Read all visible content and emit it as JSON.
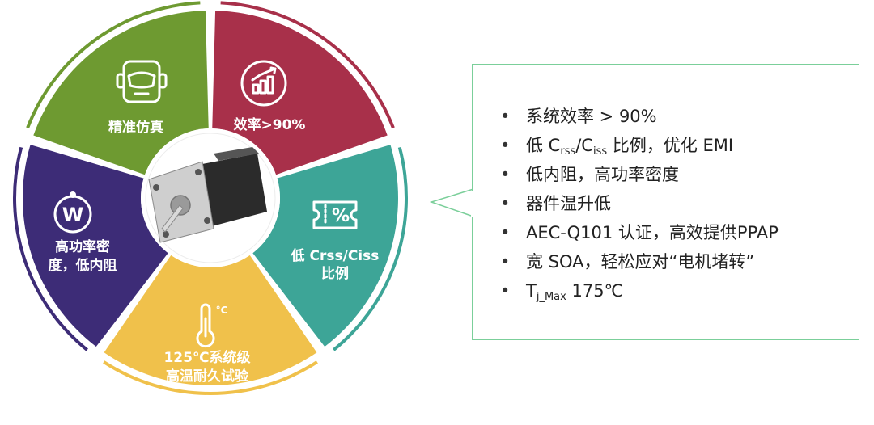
{
  "wheel": {
    "segments": [
      {
        "id": "efficiency",
        "label": [
          "效率>90%"
        ],
        "color": "#a8304a",
        "icon": "bar-chart-growth-icon"
      },
      {
        "id": "crss",
        "label": [
          "低 Crss/Ciss",
          "比例"
        ],
        "color": "#3da597",
        "icon": "percent-ticket-icon",
        "icon_text": "%"
      },
      {
        "id": "thermal",
        "label": [
          "125℃系统级",
          "高温耐久试验"
        ],
        "color": "#f0c14b",
        "icon": "thermometer-icon",
        "icon_text": "°C"
      },
      {
        "id": "power",
        "label": [
          "高功率密",
          "度，低内阻"
        ],
        "color": "#3d2c77",
        "icon": "watt-dial-icon",
        "icon_text": "W"
      },
      {
        "id": "simulation",
        "label": [
          "精准仿真"
        ],
        "color": "#6e9a31",
        "icon": "robot-face-icon"
      }
    ],
    "center_image": "stepper-motor-image"
  },
  "callout": {
    "items": [
      {
        "text": "系统效率 > 90%"
      },
      {
        "pre": "低 C",
        "sub1": "rss",
        "mid": "/C",
        "sub2": "iss",
        "post": " 比例，优化 EMI"
      },
      {
        "text": "低内阻，高功率密度"
      },
      {
        "text": "器件温升低"
      },
      {
        "text": "AEC-Q101 认证，高效提供PPAP"
      },
      {
        "text": "宽 SOA，轻松应对“电机堵转”"
      },
      {
        "pre": "T",
        "sub1": "j_Max",
        "post": " 175℃"
      }
    ]
  }
}
